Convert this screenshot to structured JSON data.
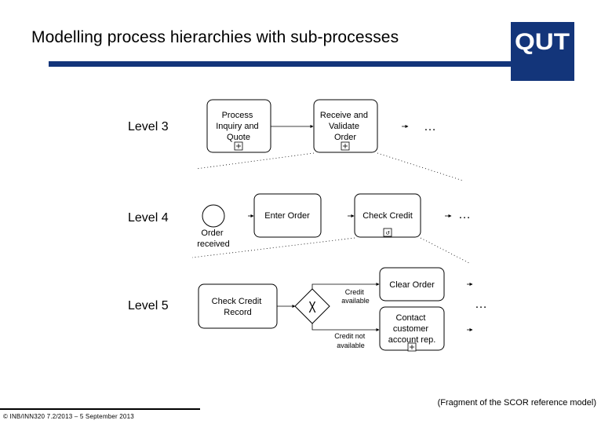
{
  "slide": {
    "title": "Modelling process hierarchies with sub-processes",
    "logo_text": "QUT",
    "caption": "(Fragment of the SCOR reference model)",
    "footer": "© INB/INN320 7.2/2013 – 5 September 2013",
    "colors": {
      "brand_blue": "#13357a"
    }
  },
  "levels": {
    "level3": {
      "label": "Level 3",
      "task_process_inquiry": [
        "Process",
        "Inquiry and",
        "Quote"
      ],
      "task_receive_validate": [
        "Receive and",
        "Validate",
        "Order"
      ],
      "continuation": "…"
    },
    "level4": {
      "label": "Level 4",
      "start_event": [
        "Order",
        "received"
      ],
      "task_enter_order": "Enter Order",
      "task_check_credit": "Check Credit",
      "loop_marker": "↺",
      "continuation": "…"
    },
    "level5": {
      "label": "Level 5",
      "task_check_credit_record": [
        "Check Credit",
        "Record"
      ],
      "gateway_symbol": "X",
      "flow_credit_available": [
        "Credit",
        "available"
      ],
      "flow_credit_not_available": [
        "Credit not",
        "available"
      ],
      "task_clear_order": "Clear Order",
      "task_contact_customer": [
        "Contact",
        "customer",
        "account rep."
      ],
      "continuation": "…"
    }
  }
}
